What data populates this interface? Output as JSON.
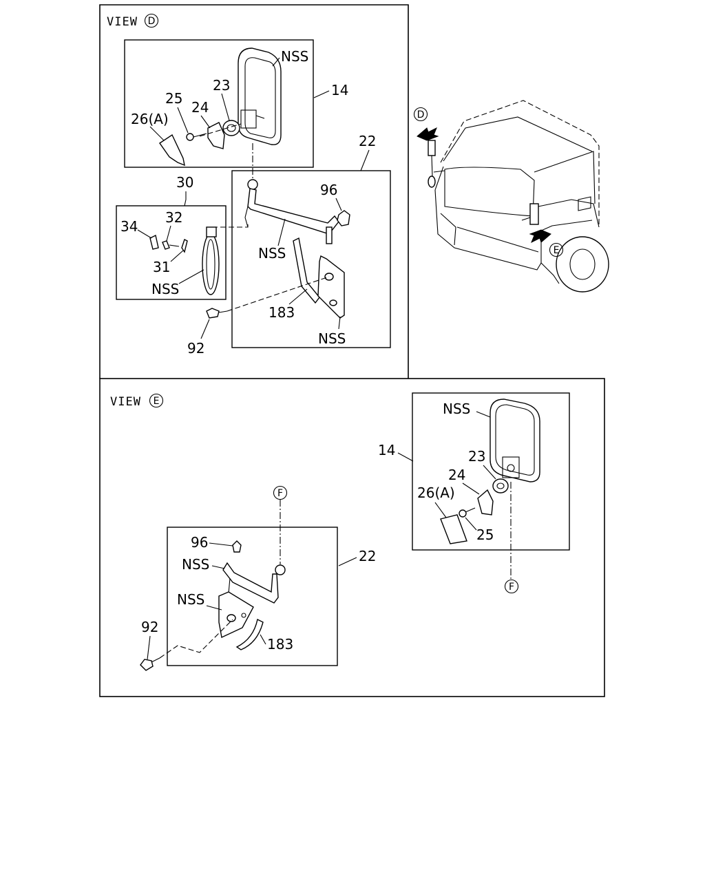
{
  "view_d": {
    "title": "VIEW",
    "marker": "D",
    "labels": {
      "nss_mirror": "NSS",
      "p14": "14",
      "p23": "23",
      "p25": "25",
      "p24": "24",
      "p26a": "26(A)",
      "p22": "22",
      "p30": "30",
      "p96": "96",
      "p32": "32",
      "p34": "34",
      "nss_arm": "NSS",
      "p31": "31",
      "nss_under": "NSS",
      "p183": "183",
      "p92": "92",
      "nss_bracket": "NSS"
    }
  },
  "view_e": {
    "title": "VIEW",
    "marker": "E",
    "labels": {
      "nss_mirror": "NSS",
      "p14": "14",
      "p23": "23",
      "p24": "24",
      "p26a": "26(A)",
      "p25": "25",
      "p96": "96",
      "p22": "22",
      "nss_arm": "NSS",
      "nss_bracket": "NSS",
      "p92": "92",
      "p183": "183"
    }
  },
  "truck": {
    "marker_d": "D",
    "marker_e": "E"
  },
  "flag_f": "F"
}
